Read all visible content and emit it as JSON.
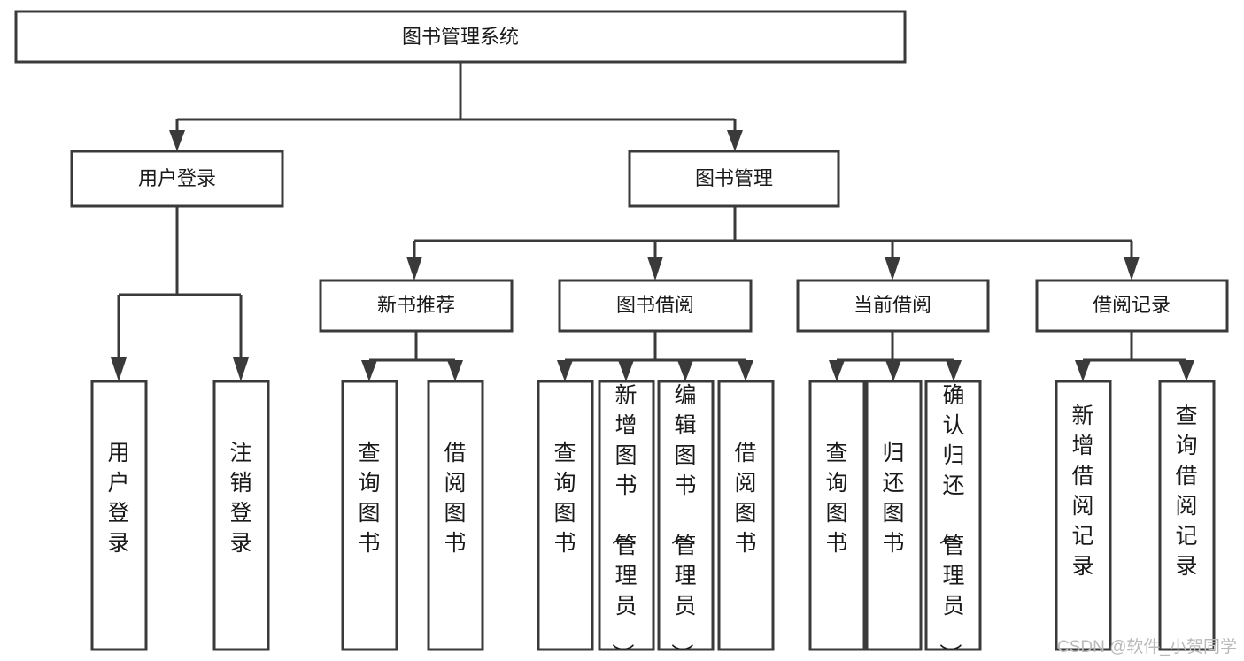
{
  "diagram": {
    "type": "tree-hierarchy",
    "orientation": "top-down",
    "title_node": "图书管理系统",
    "watermark": "CSDN @软件_小贺同学",
    "colors": {
      "box_fill": "#ffffff",
      "box_stroke": "#3a3a3a",
      "text": "#1a1a1a",
      "watermark": "#b9b9b9",
      "background": "#ffffff"
    },
    "levels": {
      "level1": [
        "图书管理系统"
      ],
      "level2": [
        "用户登录",
        "图书管理"
      ],
      "level3": [
        "新书推荐",
        "图书借阅",
        "当前借阅",
        "借阅记录"
      ],
      "level4": [
        "用户登录",
        "注销登录",
        "查询图书",
        "借阅图书",
        "查询图书",
        "新增图书（管理员）",
        "编辑图书（管理员）",
        "借阅图书",
        "查询图书",
        "归还图书",
        "确认归还（管理员）",
        "新增借阅记录",
        "查询借阅记录"
      ]
    },
    "nodes": {
      "root": {
        "label": "图书管理系统"
      },
      "user_login": {
        "label": "用户登录"
      },
      "book_manage": {
        "label": "图书管理"
      },
      "new_book_rec": {
        "label": "新书推荐"
      },
      "book_borrow": {
        "label": "图书借阅"
      },
      "current_borrow": {
        "label": "当前借阅"
      },
      "borrow_record": {
        "label": "借阅记录"
      },
      "leaf_user_login": {
        "label": "用户登录"
      },
      "leaf_logout": {
        "label": "注销登录"
      },
      "leaf_query_book_1": {
        "label": "查询图书"
      },
      "leaf_borrow_book_1": {
        "label": "借阅图书"
      },
      "leaf_query_book_2": {
        "label": "查询图书"
      },
      "leaf_add_book": {
        "label": "新增图书（管理员）"
      },
      "leaf_edit_book": {
        "label": "编辑图书（管理员）"
      },
      "leaf_borrow_book_2": {
        "label": "借阅图书"
      },
      "leaf_query_book_3": {
        "label": "查询图书"
      },
      "leaf_return_book": {
        "label": "归还图书"
      },
      "leaf_confirm_return": {
        "label": "确认归还（管理员）"
      },
      "leaf_add_record": {
        "label": "新增借阅记录"
      },
      "leaf_query_record": {
        "label": "查询借阅记录"
      }
    },
    "edges": [
      {
        "from": "图书管理系统",
        "to": "用户登录"
      },
      {
        "from": "图书管理系统",
        "to": "图书管理"
      },
      {
        "from": "图书管理",
        "to": "新书推荐"
      },
      {
        "from": "图书管理",
        "to": "图书借阅"
      },
      {
        "from": "图书管理",
        "to": "当前借阅"
      },
      {
        "from": "图书管理",
        "to": "借阅记录"
      },
      {
        "from": "用户登录",
        "to": "用户登录"
      },
      {
        "from": "用户登录",
        "to": "注销登录"
      },
      {
        "from": "新书推荐",
        "to": "查询图书"
      },
      {
        "from": "新书推荐",
        "to": "借阅图书"
      },
      {
        "from": "图书借阅",
        "to": "查询图书"
      },
      {
        "from": "图书借阅",
        "to": "新增图书（管理员）"
      },
      {
        "from": "图书借阅",
        "to": "编辑图书（管理员）"
      },
      {
        "from": "图书借阅",
        "to": "借阅图书"
      },
      {
        "from": "当前借阅",
        "to": "查询图书"
      },
      {
        "from": "当前借阅",
        "to": "归还图书"
      },
      {
        "from": "当前借阅",
        "to": "确认归还（管理员）"
      },
      {
        "from": "借阅记录",
        "to": "新增借阅记录"
      },
      {
        "from": "借阅记录",
        "to": "查询借阅记录"
      }
    ]
  }
}
